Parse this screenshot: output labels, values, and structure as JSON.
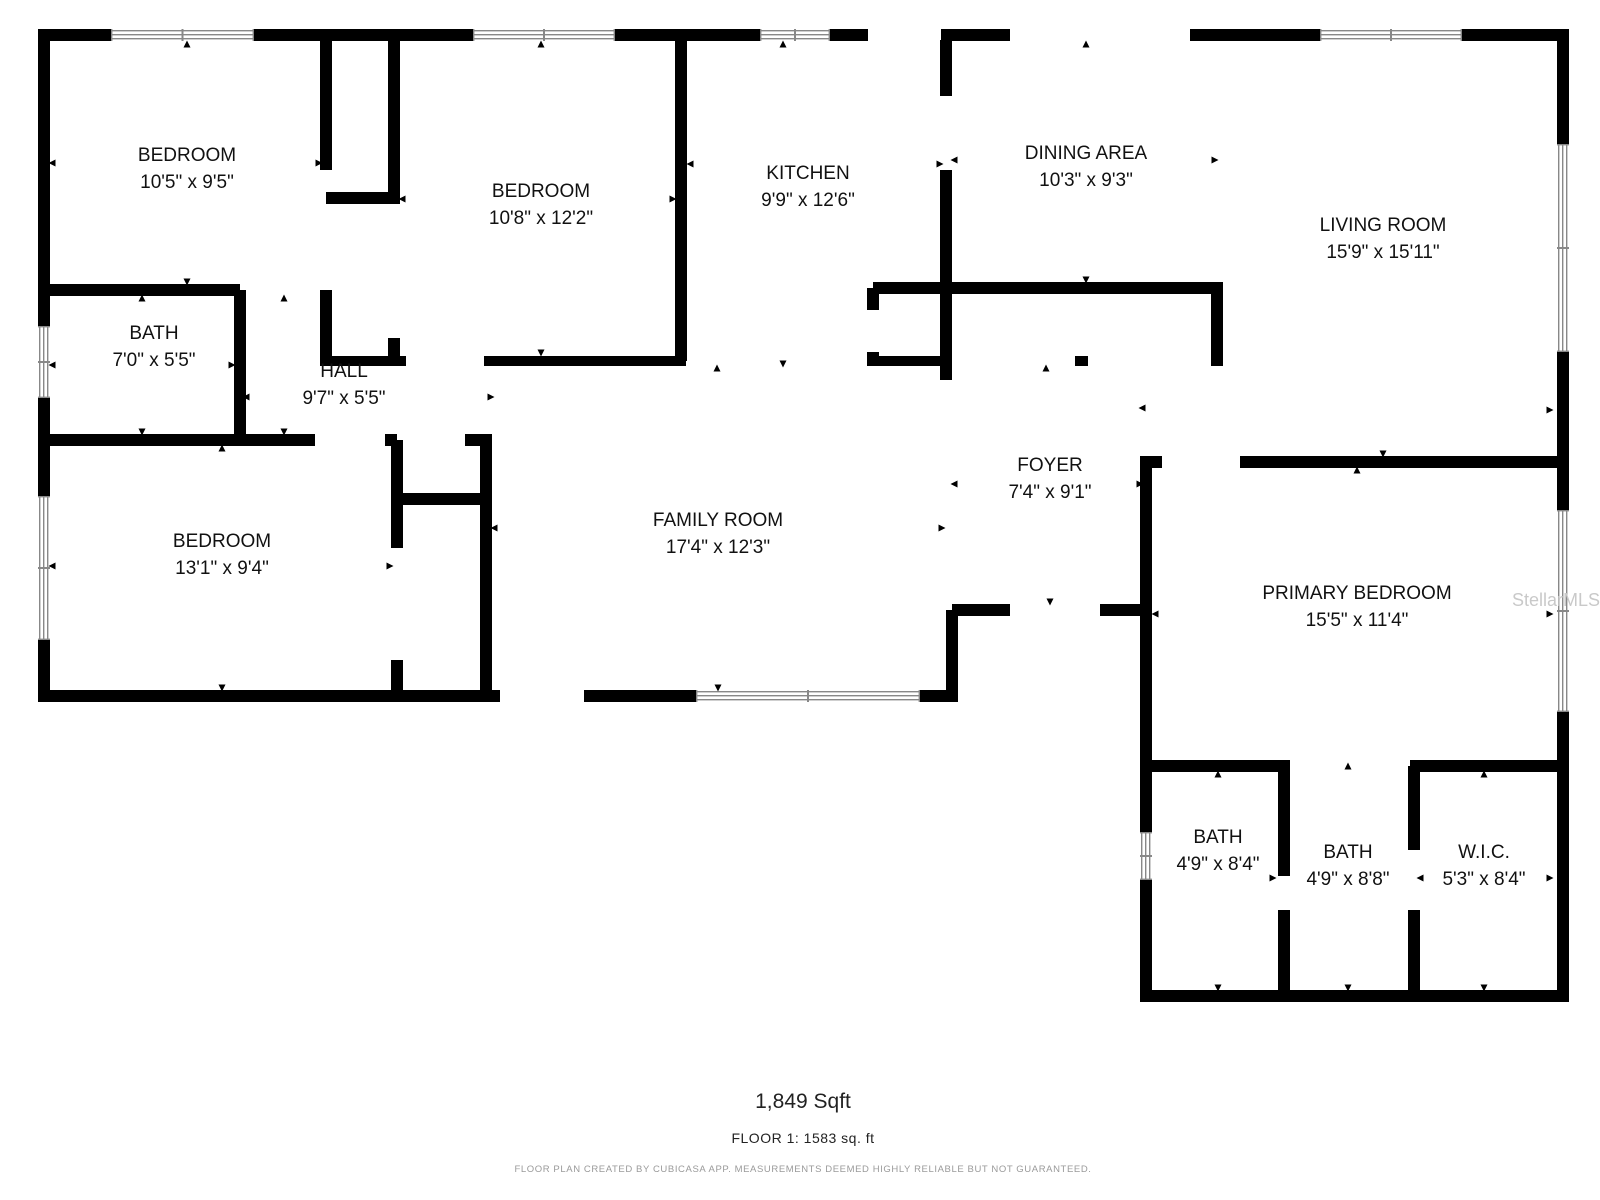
{
  "rooms": {
    "bedroom_1": {
      "name": "BEDROOM",
      "size": "10'5\" x 9'5\""
    },
    "bedroom_2": {
      "name": "BEDROOM",
      "size": "10'8\" x 12'2\""
    },
    "kitchen": {
      "name": "KITCHEN",
      "size": "9'9\" x 12'6\""
    },
    "dining_area": {
      "name": "DINING AREA",
      "size": "10'3\" x 9'3\""
    },
    "living_room": {
      "name": "LIVING ROOM",
      "size": "15'9\" x 15'11\""
    },
    "bath_1": {
      "name": "BATH",
      "size": "7'0\" x 5'5\""
    },
    "hall": {
      "name": "HALL",
      "size": "9'7\" x 5'5\""
    },
    "bedroom_3": {
      "name": "BEDROOM",
      "size": "13'1\" x 9'4\""
    },
    "family_room": {
      "name": "FAMILY ROOM",
      "size": "17'4\" x 12'3\""
    },
    "foyer": {
      "name": "FOYER",
      "size": "7'4\" x 9'1\""
    },
    "primary_bedroom": {
      "name": "PRIMARY BEDROOM",
      "size": "15'5\" x 11'4\""
    },
    "bath_2": {
      "name": "BATH",
      "size": "4'9\" x 8'4\""
    },
    "bath_3": {
      "name": "BATH",
      "size": "4'9\" x 8'8\""
    },
    "wic": {
      "name": "W.I.C.",
      "size": "5'3\" x 8'4\""
    }
  },
  "footer": {
    "total_area": "1,849 Sqft",
    "floor_area": "FLOOR 1: 1583 sq. ft",
    "disclaimer": "FLOOR PLAN CREATED BY CUBICASA APP. MEASUREMENTS DEEMED HIGHLY RELIABLE BUT NOT GUARANTEED."
  },
  "watermark": "StellarMLS",
  "colors": {
    "wall": "#000000",
    "window": "#888888",
    "background": "#ffffff"
  }
}
